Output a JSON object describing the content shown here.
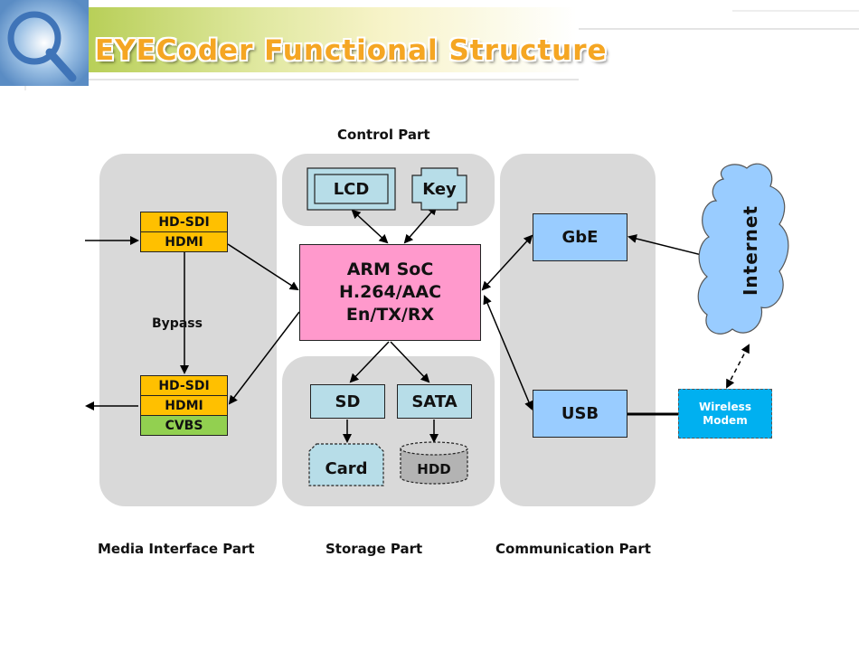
{
  "title": "EYECoder Functional Structure",
  "parts": {
    "control": "Control Part",
    "media": "Media Interface Part",
    "storage": "Storage Part",
    "communication": "Communication Part"
  },
  "media_interface": {
    "input_top": "HD-SDI",
    "input_bottom": "HDMI",
    "bypass": "Bypass",
    "output_1": "HD-SDI",
    "output_2": "HDMI",
    "output_3": "CVBS"
  },
  "control": {
    "lcd": "LCD",
    "key": "Key"
  },
  "soc": {
    "line1": "ARM SoC",
    "line2": "H.264/AAC",
    "line3": "En/TX/RX"
  },
  "storage": {
    "sd": "SD",
    "sata": "SATA",
    "card": "Card",
    "hdd": "HDD"
  },
  "communication": {
    "gbe": "GbE",
    "usb": "USB",
    "internet": "Internet",
    "wireless_line1": "Wireless",
    "wireless_line2": "Modem"
  },
  "colors": {
    "title": "#f5a623",
    "panel": "#d9d9d9",
    "orange": "#ffc000",
    "green": "#92d050",
    "soc": "#ff99cc",
    "blue": "#99ccff",
    "teal": "#b7dde8",
    "modem": "#00b0f0"
  }
}
